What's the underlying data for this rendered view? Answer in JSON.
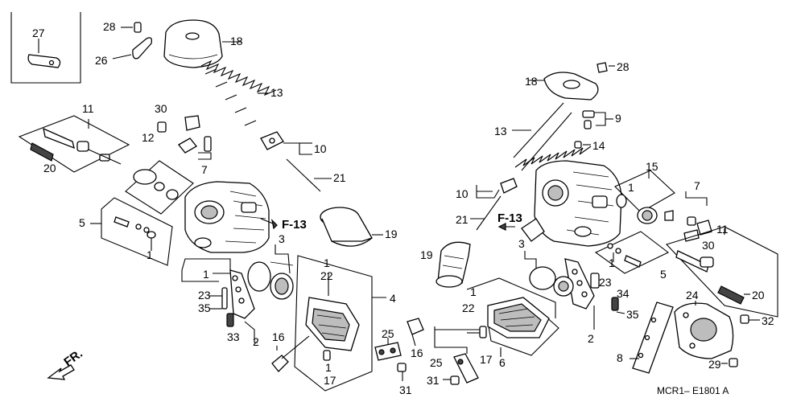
{
  "callouts": {
    "c27": "27",
    "c28a": "28",
    "c26": "26",
    "c18a": "18",
    "c13a": "13",
    "c11a": "11",
    "c30a": "30",
    "c20a": "20",
    "c12": "12",
    "c7a": "7",
    "c10a": "10",
    "c21a": "21",
    "c5a": "5",
    "c1a": "1",
    "c19a": "19",
    "c3a": "3",
    "c1b": "1",
    "c1c": "1",
    "c22a": "22",
    "c4": "4",
    "c23a": "23",
    "c35a": "35",
    "c33": "33",
    "c2a": "2",
    "c16a": "16",
    "c25a": "25",
    "c1d": "1",
    "c17a": "17",
    "c31a": "31",
    "c28b": "28",
    "c18b": "18",
    "c9": "9",
    "c13b": "13",
    "c14": "14",
    "c15": "15",
    "c10b": "10",
    "c21b": "21",
    "c1e": "1",
    "c7b": "7",
    "c3b": "3",
    "c19b": "19",
    "c11b": "11",
    "c30b": "30",
    "c5b": "5",
    "c1f": "1",
    "c34": "34",
    "c23b": "23",
    "c1g": "1",
    "c22b": "22",
    "c20b": "20",
    "c24": "24",
    "c35b": "35",
    "c32": "32",
    "c2b": "2",
    "c16b": "16",
    "c25b": "25",
    "c17b": "17",
    "c6": "6",
    "c8": "8",
    "c29": "29",
    "c31b": "31"
  },
  "refs": {
    "f13a": "F-13",
    "f13b": "F-13"
  },
  "front_label": "FR.",
  "diagram_code": "MCR1– E1801 A"
}
